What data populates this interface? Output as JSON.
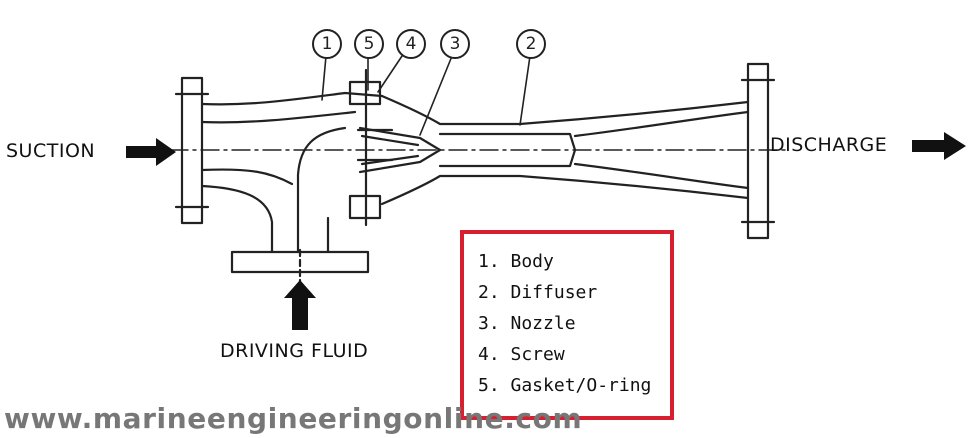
{
  "labels": {
    "suction": "SUCTION",
    "discharge": "DISCHARGE",
    "driving_fluid": "DRIVING FLUID"
  },
  "callouts": [
    "1",
    "5",
    "4",
    "3",
    "2"
  ],
  "legend": {
    "items": [
      "1. Body",
      "2. Diffuser",
      "3. Nozzle",
      "4. Screw",
      "5. Gasket/O-ring"
    ]
  },
  "colors": {
    "legend_border": "#d6202f",
    "line": "#222222",
    "watermark": "#777777"
  },
  "watermark": "www.marineengineeringonline.com"
}
